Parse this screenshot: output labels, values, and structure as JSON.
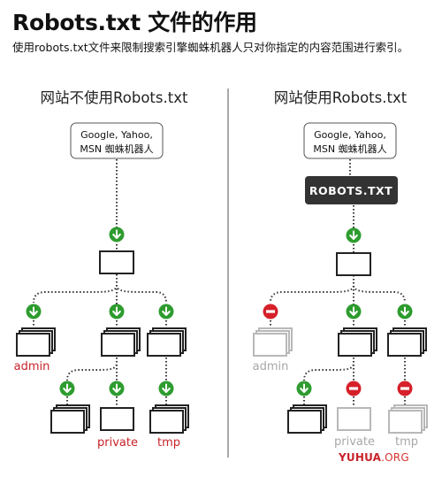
{
  "title": "Robots.txt 文件的作用",
  "subtitle": "使用robots.txt文件来限制搜索引擎蜘蛛机器人只对你指定的内容范围进行索引。",
  "colors": {
    "allow": "#2e9c2f",
    "deny": "#d6202a",
    "label_red": "#c8232a",
    "box_active": "#222222",
    "box_blocked": "#b8b8b8",
    "robots_box": "#333333"
  },
  "diagram": {
    "left_panel": {
      "heading": "网站不使用Robots.txt",
      "crawler_line1": "Google, Yahoo,",
      "crawler_line2": "MSN 蜘蛛机器人",
      "labels": {
        "admin": "admin",
        "private": "private",
        "tmp": "tmp"
      }
    },
    "right_panel": {
      "heading": "网站使用Robots.txt",
      "crawler_line1": "Google, Yahoo,",
      "crawler_line2": "MSN 蜘蛛机器人",
      "robots_box": "ROBOTS.TXT",
      "labels": {
        "admin": "admin",
        "private": "private",
        "tmp": "tmp"
      },
      "blocked": [
        "admin",
        "private",
        "tmp"
      ]
    }
  },
  "watermark": {
    "main": "YUHUA",
    "suffix": ".ORG"
  }
}
